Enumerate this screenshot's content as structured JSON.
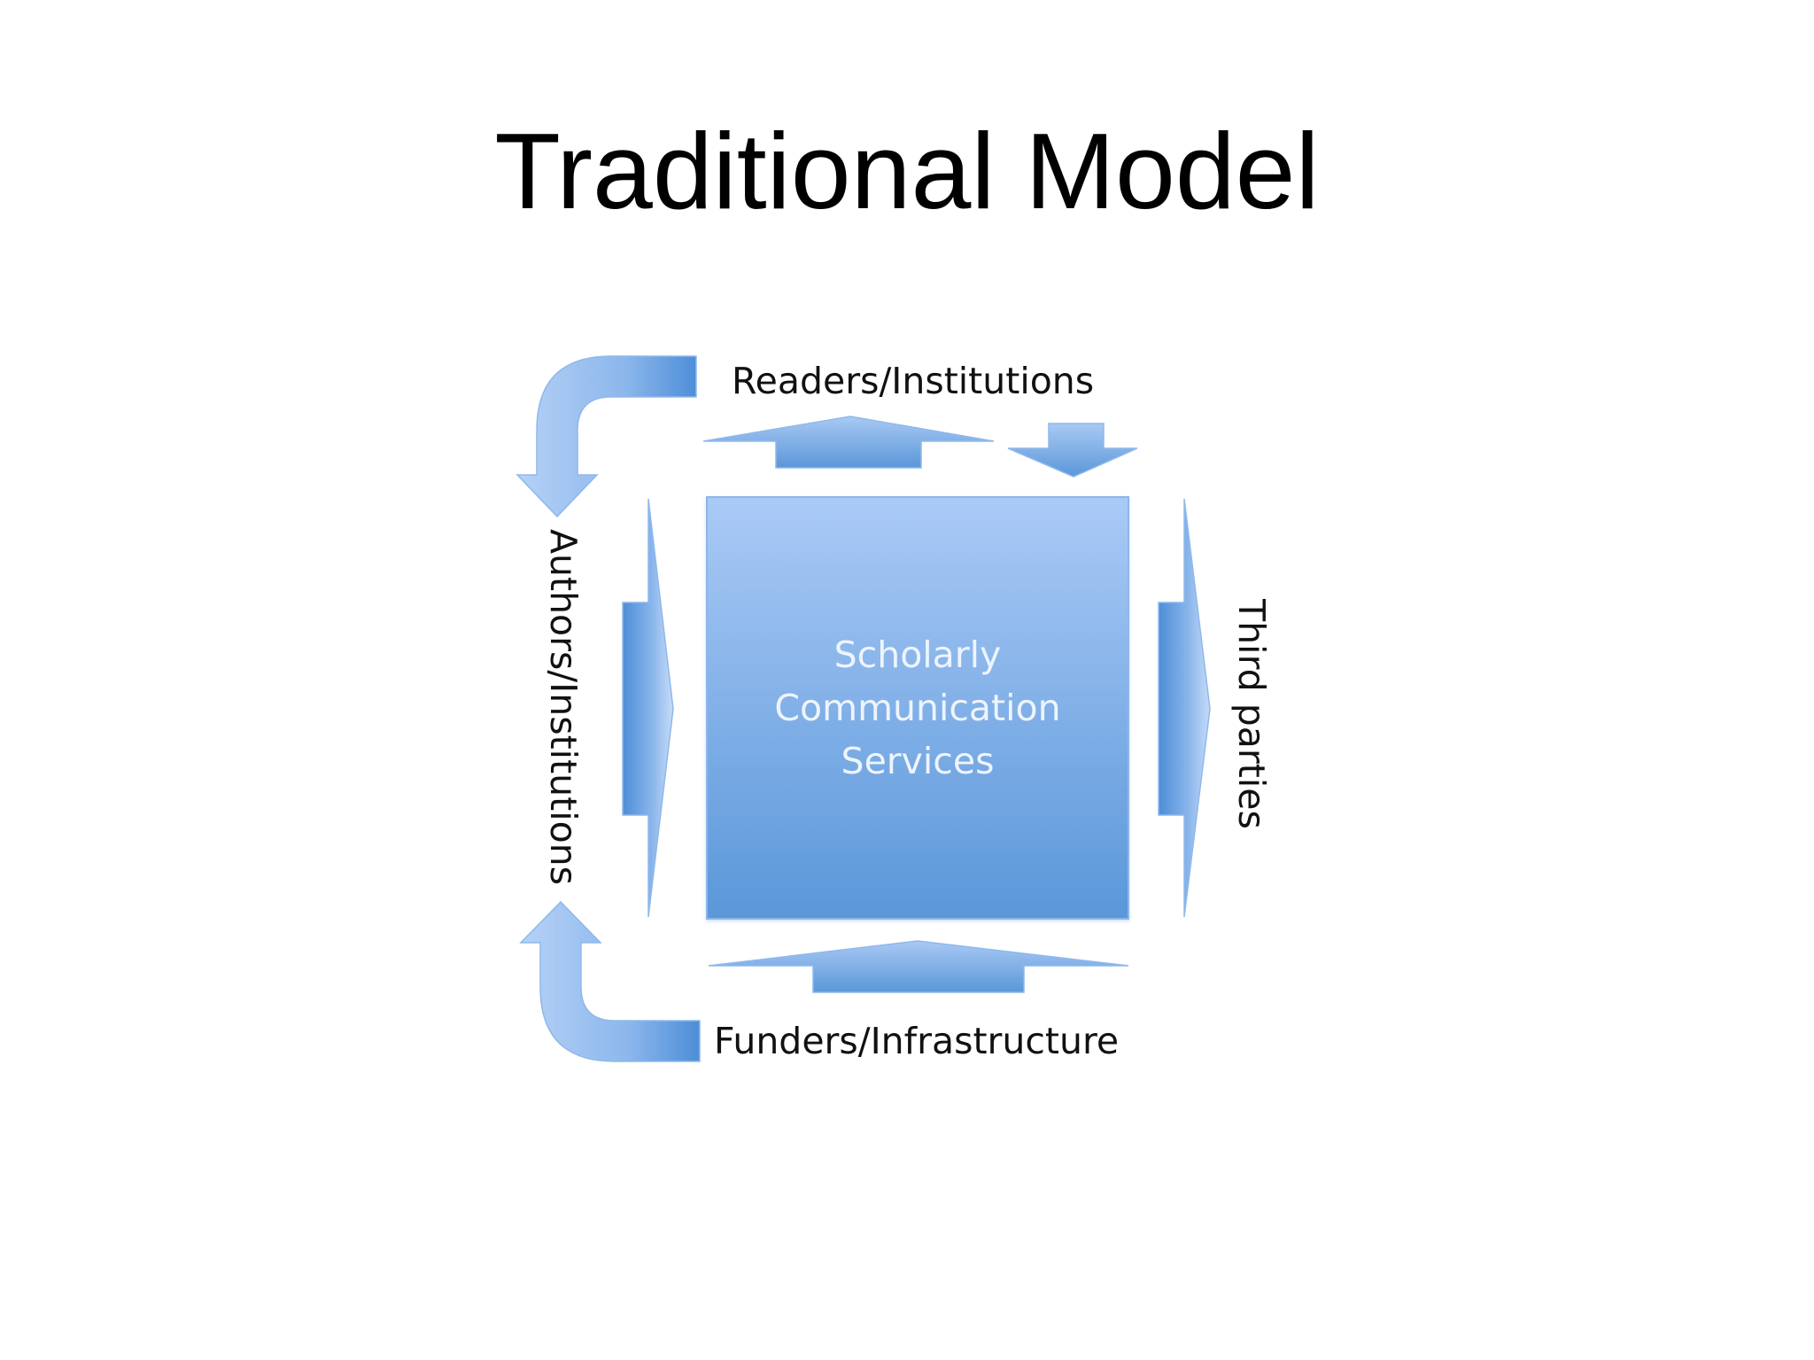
{
  "slide": {
    "title": "Traditional Model"
  },
  "diagram": {
    "center_lines": [
      "Scholarly",
      "Communication",
      "Services"
    ],
    "labels": {
      "top": "Readers/Institutions",
      "left": "Authors/Institutions",
      "right": "Third parties",
      "bottom": "Funders/Infrastructure"
    },
    "colors": {
      "box_top": "#a9c8f5",
      "box_bottom": "#5b98da",
      "arrow_light": "#a9c9f4",
      "arrow_dark": "#4d8ed8",
      "center_text": "#eef4fd",
      "label_text": "#111111"
    }
  }
}
